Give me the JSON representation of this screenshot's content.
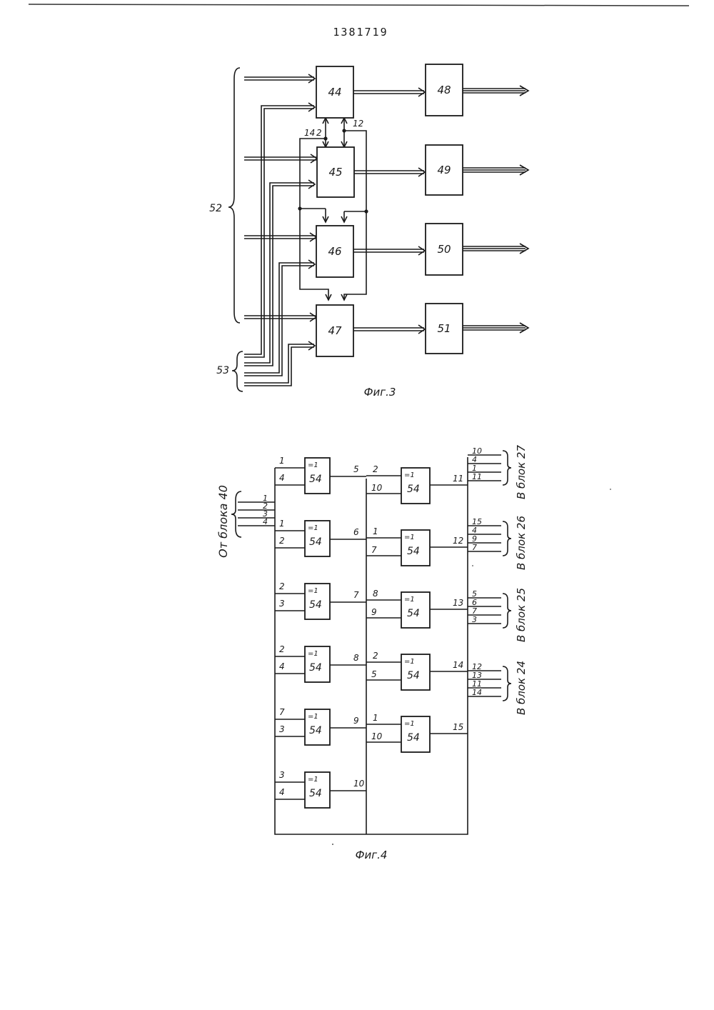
{
  "document": {
    "patent_number": "1381719"
  },
  "fig3": {
    "caption": "Фиг.3",
    "blocks": [
      "44",
      "45",
      "46",
      "47",
      "48",
      "49",
      "50",
      "51"
    ],
    "brace_52": "52",
    "brace_53": "53",
    "bus_label_14": "14",
    "bus_label_2": "2",
    "bus_label_12": "12"
  },
  "fig4": {
    "caption": "Фиг.4",
    "source_label": "От блока 40",
    "input_numbers": [
      "1",
      "2",
      "3",
      "4"
    ],
    "gate_symbol": "=1",
    "gate_number": "54",
    "col1_gates": [
      {
        "in_top": "1",
        "in_bottom": "4",
        "output": "5"
      },
      {
        "in_top": "1",
        "in_bottom": "2",
        "output": "6"
      },
      {
        "in_top": "2",
        "in_bottom": "3",
        "output": "7"
      },
      {
        "in_top": "2",
        "in_bottom": "4",
        "output": "8"
      },
      {
        "in_top": "7",
        "in_bottom": "3",
        "output": "9"
      },
      {
        "in_top": "3",
        "in_bottom": "4",
        "output": "10"
      }
    ],
    "col2_gates": [
      {
        "in_top": "2",
        "in_bottom": "10",
        "output": "11"
      },
      {
        "in_top": "1",
        "in_bottom": "7",
        "output": "12"
      },
      {
        "in_top": "8",
        "in_bottom": "9",
        "output": "13"
      },
      {
        "in_top": "2",
        "in_bottom": "5",
        "output": "14"
      },
      {
        "in_top": "1",
        "in_bottom": "10",
        "output": "15"
      }
    ],
    "output_groups": [
      {
        "label": "В блок 27",
        "lines": [
          "10",
          "4",
          "1",
          "11"
        ]
      },
      {
        "label": "В блок 26",
        "lines": [
          "15",
          "4",
          "9",
          "7"
        ]
      },
      {
        "label": "В блок 25",
        "lines": [
          "5",
          "6",
          "7",
          "3"
        ]
      },
      {
        "label": "В блок 24",
        "lines": [
          "12",
          "13",
          "11",
          "14"
        ]
      }
    ]
  }
}
